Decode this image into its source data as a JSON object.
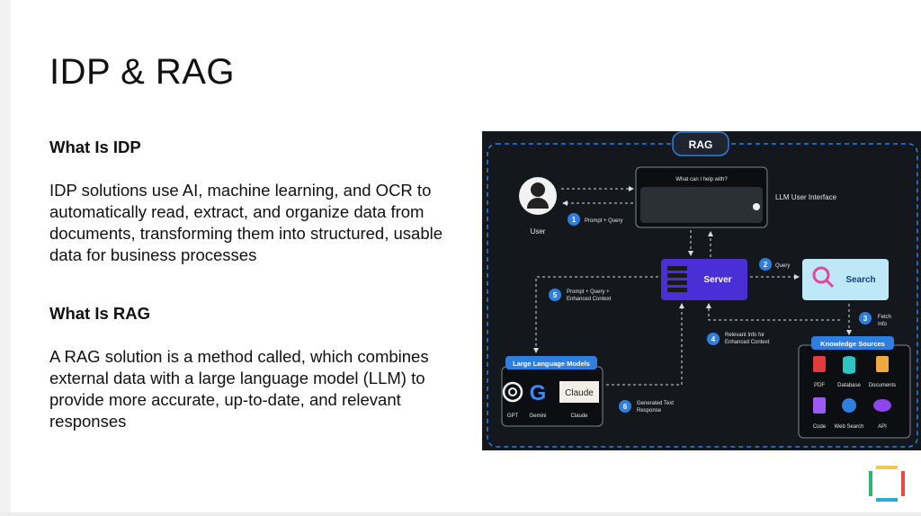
{
  "slide": {
    "title": "IDP & RAG",
    "sections": [
      {
        "heading": "What Is IDP",
        "body": "IDP solutions use AI, machine learning, and OCR to automatically read, extract, and organize data from documents, transforming them into structured, usable data for business processes"
      },
      {
        "heading": "What Is RAG",
        "body": "A RAG solution is a method called, which combines external data with a large language model (LLM) to provide more accurate, up-to-date, and relevant responses"
      }
    ]
  },
  "diagram": {
    "title": "RAG",
    "user_label": "User",
    "ui_prompt": "What can I help with?",
    "ui_label": "LLM User Interface",
    "server_label": "Server",
    "search_label": "Search",
    "llm_group_title": "Large Language Models",
    "llms": [
      "GPT",
      "Gemini",
      "Claude"
    ],
    "claude_logo_text": "Claude",
    "ks_title": "Knowledge Sources",
    "sources": [
      "PDF",
      "Database",
      "Documents",
      "Code",
      "Web Search",
      "API"
    ],
    "steps": [
      {
        "n": "1",
        "text": "Prompt + Query"
      },
      {
        "n": "2",
        "text": "Query"
      },
      {
        "n": "3",
        "text": "Fetch Info"
      },
      {
        "n": "4",
        "text": "Relevant Info for Enhanced Context"
      },
      {
        "n": "5",
        "text": "Prompt + Query + Enhanced Context"
      },
      {
        "n": "6",
        "text": "Generated Text Response"
      }
    ],
    "colors": {
      "accent": "#2f7fe0",
      "server": "#4a2fd6",
      "search": "#bfe8f6",
      "bg": "#14171c"
    }
  }
}
